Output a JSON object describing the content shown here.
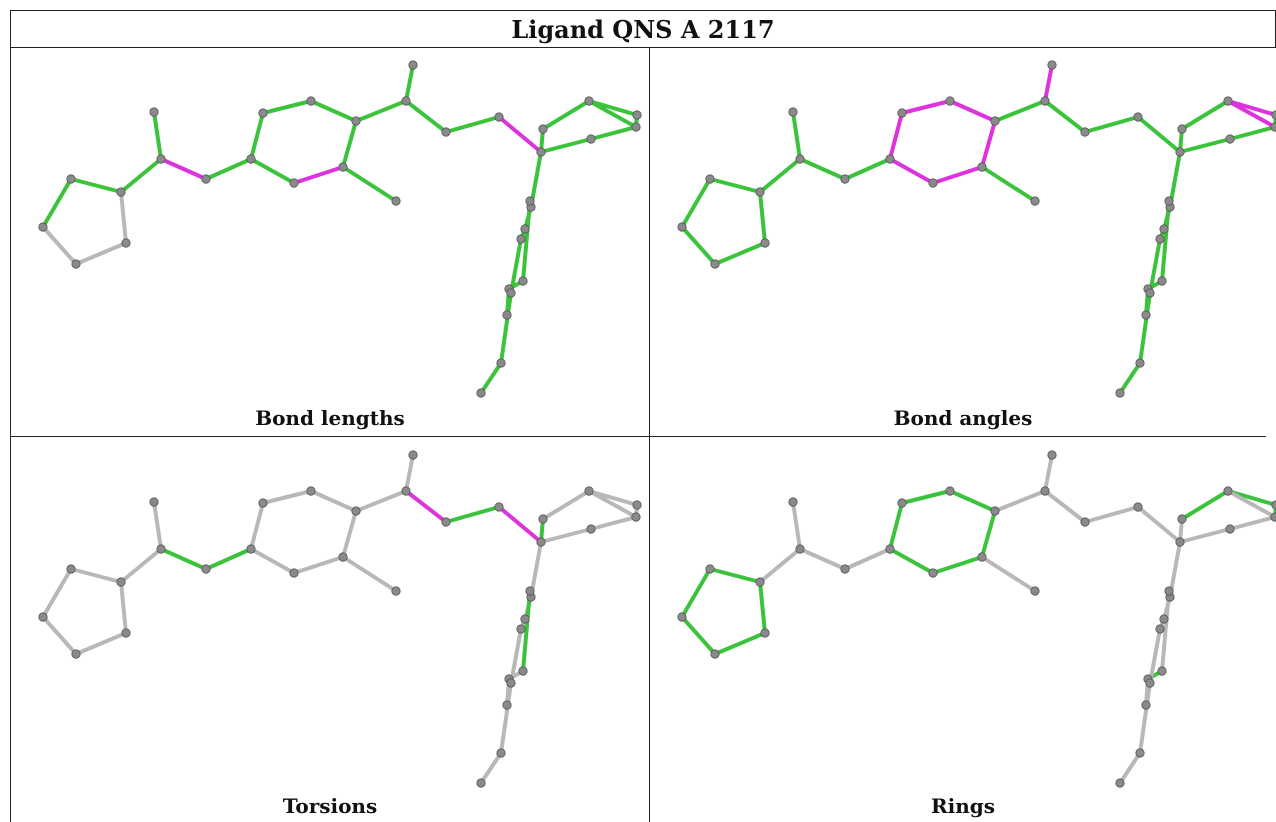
{
  "title": "Ligand QNS A 2117",
  "colors": {
    "ok": "#3cc33c",
    "outlier": "#dd33dd",
    "neutral": "#b8b8b8",
    "atom": "#8a8a8a",
    "atom_stroke": "#555555"
  },
  "panels": [
    {
      "id": "bond-lengths",
      "caption": "Bond lengths",
      "outlier": [
        [
          6,
          7
        ],
        [
          12,
          13
        ],
        [
          14,
          15
        ],
        [
          18,
          19
        ],
        [
          24,
          27
        ]
      ],
      "neutral": [
        [
          1,
          2
        ],
        [
          2,
          3
        ],
        [
          3,
          4
        ]
      ]
    },
    {
      "id": "bond-angles",
      "caption": "Bond angles",
      "outlier": [
        [
          8,
          9
        ],
        [
          9,
          10
        ],
        [
          10,
          11
        ],
        [
          11,
          12
        ],
        [
          12,
          13
        ],
        [
          13,
          8
        ],
        [
          15,
          16
        ],
        [
          14,
          15
        ],
        [
          21,
          22
        ],
        [
          21,
          23
        ],
        [
          24,
          27
        ]
      ],
      "neutral": []
    },
    {
      "id": "torsions",
      "caption": "Torsions",
      "outlier": [
        [
          15,
          17
        ],
        [
          18,
          19
        ]
      ],
      "ok": [
        [
          4,
          6
        ],
        [
          6,
          7
        ],
        [
          7,
          8
        ],
        [
          14,
          15
        ],
        [
          17,
          18
        ],
        [
          19,
          20
        ],
        [
          20,
          24
        ],
        [
          24,
          27
        ],
        [
          27,
          30
        ],
        [
          30,
          31
        ]
      ]
    },
    {
      "id": "rings",
      "caption": "Rings",
      "ok": [
        [
          0,
          1
        ],
        [
          1,
          2
        ],
        [
          2,
          3
        ],
        [
          3,
          4
        ],
        [
          4,
          0
        ],
        [
          8,
          9
        ],
        [
          9,
          10
        ],
        [
          10,
          11
        ],
        [
          11,
          12
        ],
        [
          12,
          13
        ],
        [
          13,
          8
        ],
        [
          20,
          21
        ],
        [
          21,
          22
        ],
        [
          22,
          23
        ],
        [
          23,
          20
        ],
        [
          27,
          28
        ],
        [
          28,
          29
        ],
        [
          29,
          30
        ],
        [
          30,
          31
        ],
        [
          31,
          32
        ],
        [
          32,
          27
        ]
      ]
    }
  ]
}
